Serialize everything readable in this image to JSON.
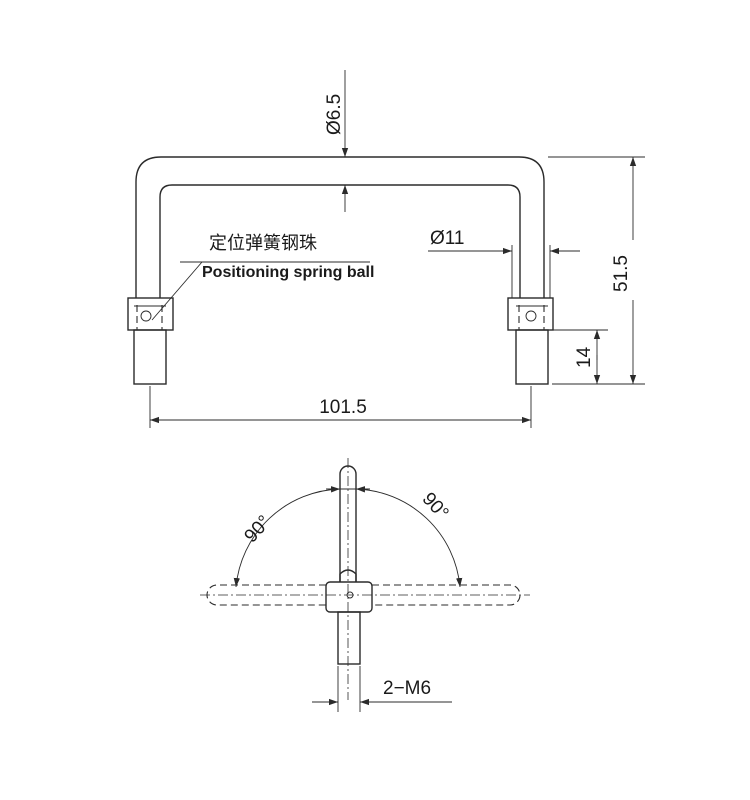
{
  "labels": {
    "rod_diameter": "Ø6.5",
    "mount_diameter": "Ø11",
    "height": "51.5",
    "thread_length": "14",
    "width": "101.5",
    "ball_cn": "定位弹簧钢珠",
    "ball_en": "Positioning spring ball",
    "angle_left": "90°",
    "angle_right": "90°",
    "thread": "2−M6"
  }
}
